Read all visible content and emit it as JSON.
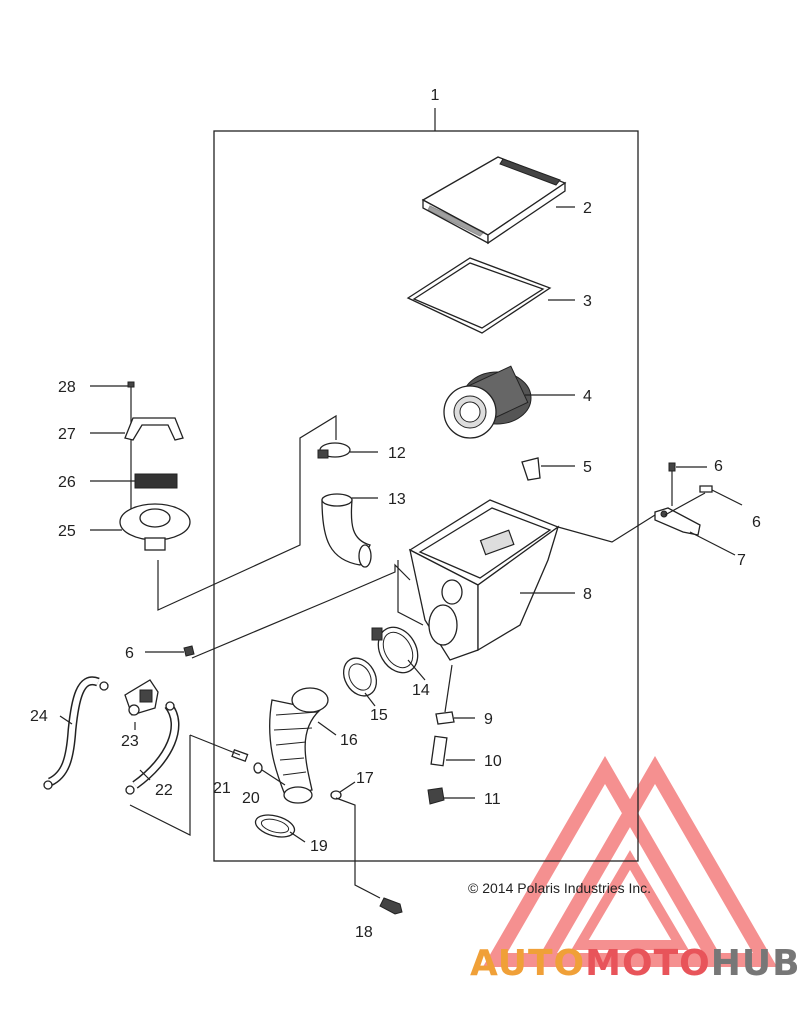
{
  "callouts": {
    "c1": "1",
    "c2": "2",
    "c3": "3",
    "c4": "4",
    "c5": "5",
    "c6a": "6",
    "c6b": "6",
    "c6c": "6",
    "c7": "7",
    "c8": "8",
    "c9": "9",
    "c10": "10",
    "c11": "11",
    "c12": "12",
    "c13": "13",
    "c14": "14",
    "c15": "15",
    "c16": "16",
    "c17": "17",
    "c18": "18",
    "c19": "19",
    "c20": "20",
    "c21": "21",
    "c22": "22",
    "c23": "23",
    "c24": "24",
    "c25": "25",
    "c26": "26",
    "c27": "27",
    "c28": "28"
  },
  "copyright": "© 2014 Polaris Industries Inc.",
  "watermark": {
    "part1": "AUTO",
    "part2": "MOTO",
    "part3": "HUB",
    "colors": {
      "orange": "#f0a038",
      "red": "#e8545a",
      "gray": "#777777",
      "triangle": "#f26b6b"
    }
  }
}
